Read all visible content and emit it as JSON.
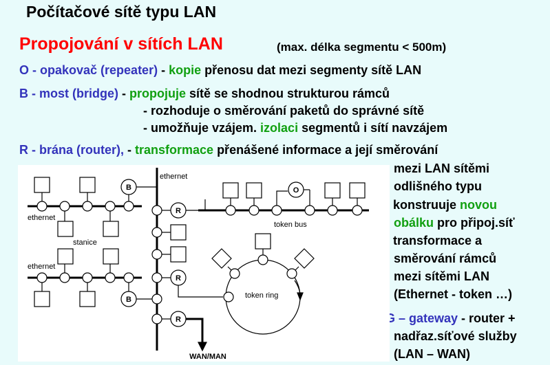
{
  "title": "Počítačové sítě typu LAN",
  "subtitle": "Propojování v sítích LAN",
  "subtitle_note": "(max. délka segmentu < 500m)",
  "colors": {
    "background": "#e8fbfb",
    "red": "#ff0000",
    "blue": "#3333bb",
    "green": "#11a011"
  },
  "o_line": {
    "key": "O - opakovač (repeater)",
    "sep": " - ",
    "kw": "kopie",
    "rest": " přenosu dat mezi segmenty sítě LAN"
  },
  "b_line": {
    "key": "B - most (bridge)",
    "sep": " - ",
    "kw": "propojuje",
    "rest": " sítě se shodnou strukturou rámců",
    "l2": "- rozhoduje o směrování paketů do správné sítě",
    "l3_pre": "- umožňuje vzájem. ",
    "l3_kw": "izolaci",
    "l3_rest": " segmentů i  sítí  navzájem"
  },
  "r_line": {
    "key": "R - brána (router),",
    "sep": " - ",
    "kw": "transformace",
    "rest": " přenášené informace a její směrování",
    "c1": "mezi LAN sítěmi",
    "c2": "odlišného typu",
    "c3_pre": "- konstruuje ",
    "c3_kw": "novou",
    "c4_kw": "obálku",
    "c4_rest": " pro připoj.síť",
    "c5": "- transformace a",
    "c6": "směrování rámců",
    "c7": "mezi sítěmi LAN",
    "c8": "(Ethernet - token …)"
  },
  "g_line": {
    "key": "G – gateway",
    "rest": " - router +",
    "l2": "nadřaz.síťové služby",
    "l3": "(LAN – WAN)"
  },
  "diagram": {
    "ethernet_top": "ethernet",
    "ethernet_left1": "ethernet",
    "ethernet_left2": "ethernet",
    "stanice": "stanice",
    "token_bus": "token bus",
    "token_ring": "token ring",
    "wan": "WAN/MAN",
    "bridge": "B",
    "router": "R",
    "repeater": "O"
  }
}
